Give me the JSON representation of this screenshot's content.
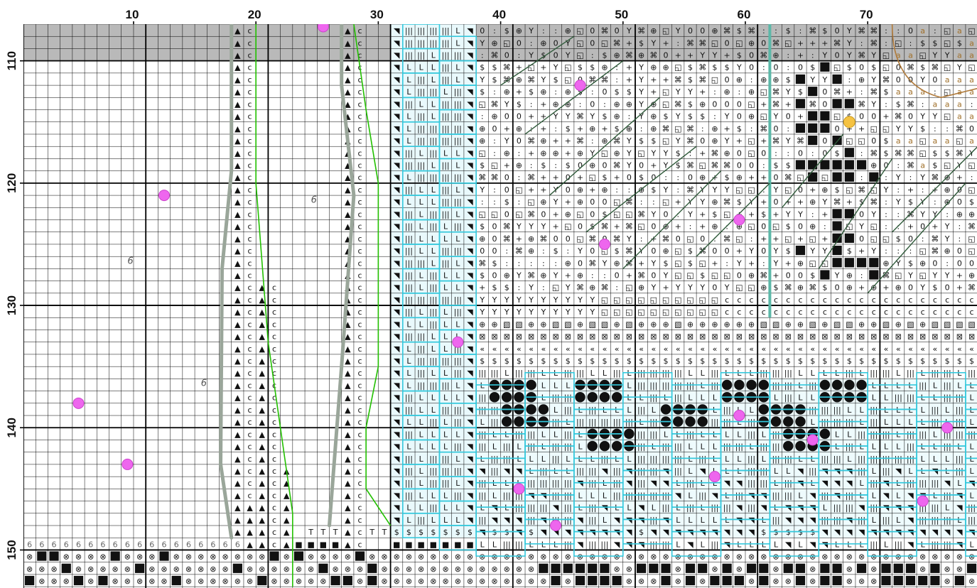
{
  "chart_data": {
    "type": "cross-stitch-pattern",
    "columns": {
      "first": 1,
      "last": 79,
      "labels": [
        "10",
        "20",
        "30",
        "40",
        "50",
        "60",
        "70"
      ]
    },
    "rows": {
      "first": 107,
      "last": 152,
      "labels": [
        "110",
        "120",
        "130",
        "140",
        "150"
      ]
    },
    "grid": {
      "bold_every": 10
    },
    "symbols": [
      "▲",
      "c",
      "L",
      "|||",
      "◥",
      "⊕",
      "Y",
      "◱",
      "⌘",
      "+",
      "0",
      ":",
      "$",
      "⊠",
      "⊗",
      "T",
      "■",
      "●",
      "▼",
      "⊞",
      "⊘",
      "a"
    ],
    "row_6_label": "6",
    "pink_markers": [
      {
        "col": 12.5,
        "row": 120.8
      },
      {
        "col": 5.5,
        "row": 137.8
      },
      {
        "col": 9.5,
        "row": 142.8
      },
      {
        "col": 46.5,
        "row": 111.8
      },
      {
        "col": 59.5,
        "row": 122.8
      },
      {
        "col": 48.5,
        "row": 124.8
      },
      {
        "col": 36.5,
        "row": 132.8
      },
      {
        "col": 59.5,
        "row": 138.8
      },
      {
        "col": 76.5,
        "row": 139.8
      },
      {
        "col": 65.5,
        "row": 140.8
      },
      {
        "col": 57.5,
        "row": 143.8
      },
      {
        "col": 41.5,
        "row": 144.8
      },
      {
        "col": 74.5,
        "row": 145.8
      },
      {
        "col": 44.5,
        "row": 147.8
      },
      {
        "col": 25.5,
        "row": 107.0
      }
    ],
    "yellow_markers": [
      {
        "col": 68.5,
        "row": 114.8
      }
    ],
    "italic_labels": [
      {
        "text": "6",
        "col": 24.5,
        "row": 120.8
      },
      {
        "text": "6",
        "col": 9.5,
        "row": 125.8
      },
      {
        "text": "6",
        "col": 15.5,
        "row": 135.8
      }
    ]
  },
  "colors": {
    "grid": "#000000",
    "header_band": "#b9b9b9",
    "cyan": "#33c8dc",
    "green": "#22c000",
    "gray_outline": "#9aa69a",
    "pink": "#ee66ee",
    "yellow": "#f5c242",
    "dark_green": "#2f5a3a",
    "brown": "#b07a3a"
  }
}
